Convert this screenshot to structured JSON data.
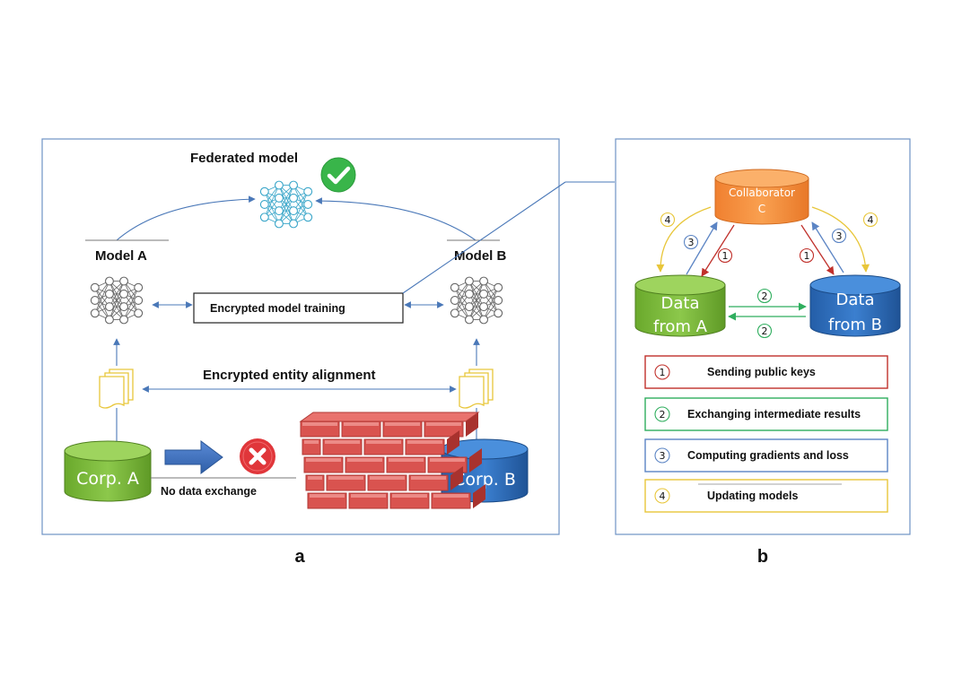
{
  "panel_a": {
    "federated_model_label": "Federated model",
    "model_a_label": "Model A",
    "model_b_label": "Model B",
    "training_label": "Encrypted model training",
    "alignment_label": "Encrypted entity alignment",
    "no_exchange_label": "No data exchange",
    "corp_a_label": "Corp. A",
    "corp_b_label": "Corp. B",
    "caption": "a"
  },
  "panel_b": {
    "collaborator_line1": "Collaborator",
    "collaborator_line2": "C",
    "data_a_line1": "Data",
    "data_a_line2": "from A",
    "data_b_line1": "Data",
    "data_b_line2": "from B",
    "step_numbers": [
      "1",
      "2",
      "3",
      "4"
    ],
    "legend": [
      {
        "number": "1",
        "label": "Sending public keys"
      },
      {
        "number": "2",
        "label": "Exchanging  intermediate results"
      },
      {
        "number": "3",
        "label": "Computing gradients and loss"
      },
      {
        "number": "4",
        "label": "Updating models"
      }
    ],
    "caption": "b"
  },
  "colors": {
    "panel_border": "#6f93c4",
    "green_cylinder": "#7aba3a",
    "blue_cylinder": "#2f6fbf",
    "orange_cylinder": "#f7903f",
    "step1": "#c0302b",
    "step2": "#2fae5e",
    "step3": "#5b84c4",
    "step4": "#e8c63a",
    "check": "#39b54a",
    "cross": "#e0363a",
    "brick": "#d9534f"
  }
}
